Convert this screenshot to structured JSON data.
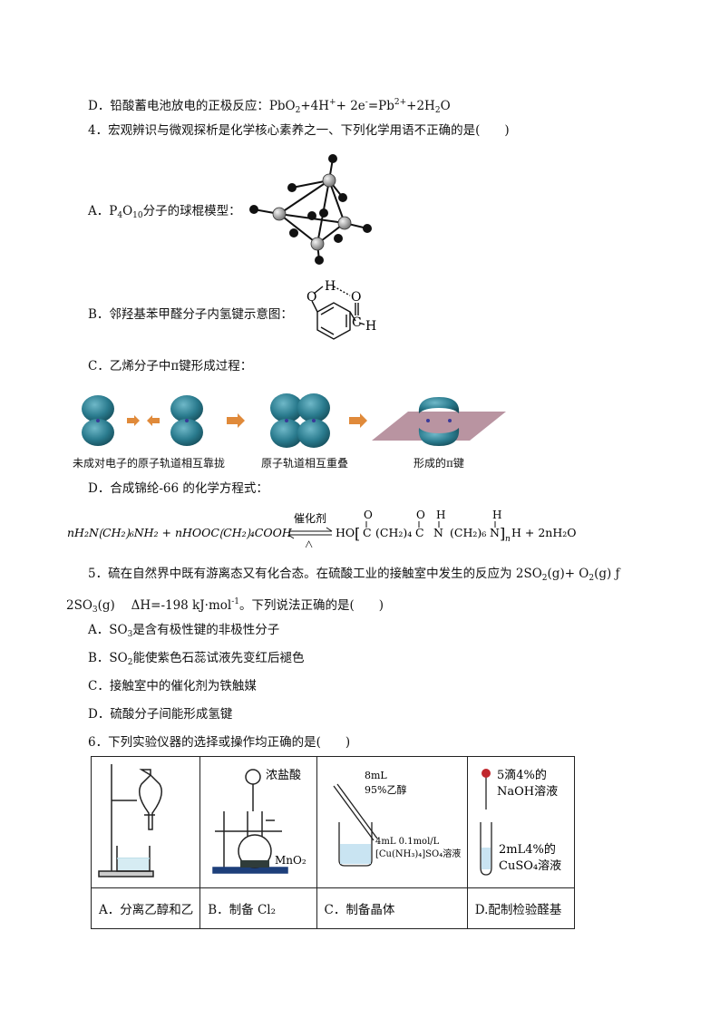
{
  "lines": {
    "d3_prefix": "D．铅酸蓄电池放电的正极反应：PbO",
    "d3_mid1": "+4H",
    "d3_mid2": "+ 2e",
    "d3_mid3": "=Pb",
    "d3_mid4": "+2H",
    "d3_end": "O",
    "sub2": "2",
    "sup_plus": "+",
    "sup_minus": "-",
    "sup_2plus": "2+",
    "q4": "4．宏观辨识与微观探析是化学核心素养之一、下列化学用语不正确的是(　　)",
    "q4a_prefix": "A．P",
    "q4a_sub4": "4",
    "q4a_o": "O",
    "q4a_sub10": "10",
    "q4a_suffix": "分子的球棍模型：",
    "q4b": "B．邻羟基苯甲醛分子内氢键示意图：",
    "q4c": "C．乙烯分子中π键形成过程：",
    "q4d": "D．合成锦纶-66 的化学方程式：",
    "q5_line1": "5．硫在自然界中既有游离态又有化合态。在硫酸工业的接触室中发生的反应为 2SO",
    "q5_line1b": "(g)+ O",
    "q5_line1c": "(g)  ƒ",
    "q5_line2a": "2SO",
    "q5_line2b": "(g)　 ΔH=-198 kJ·mol",
    "q5_line2c": "。下列说法正确的是(　　)",
    "sub3": "3",
    "sup_neg1": "-1",
    "q5a_a": "A．SO",
    "q5a_b": "是含有极性键的非极性分子",
    "q5b_a": "B．SO",
    "q5b_b": "能使紫色石蕊试液先变红后褪色",
    "q5c": "C．接触室中的催化剂为铁触媒",
    "q5d": "D．硫酸分子间能形成氢键",
    "q6": "6．下列实验仪器的选择或操作均正确的是(　　)"
  },
  "orbital_captions": {
    "left": "未成对电子的原子轨道相互靠拢",
    "middle": "原子轨道相互重叠",
    "right": "形成的π键"
  },
  "benzaldehyde": {
    "o1": "O",
    "h1": "H",
    "o2": "O",
    "c": "C",
    "h2": "H"
  },
  "equation": {
    "left": "nH₂N⟮CH₂⟯₆NH₂ + nHOOC⟮CH₂⟯₄COOH",
    "catalyst": "催化剂",
    "heat": "△",
    "product_ho": "HO",
    "o1": "O",
    "o2": "O",
    "c": "C",
    "ch2_4": "(CH₂)₄",
    "n_h": "H",
    "n": "N",
    "ch2_6": "(CH₂)₆",
    "nh_h": "H",
    "nh_n": "N",
    "tail": "H + 2nH₂O",
    "n_sub": "n"
  },
  "apparatus": {
    "cells": [
      {
        "label": "A．分离乙醇和乙"
      },
      {
        "label": "B．制备 Cl₂",
        "reagent_top": "浓盐酸",
        "reagent_bottom": "MnO₂"
      },
      {
        "label": "C．制备晶体",
        "reagent_top1": "8mL",
        "reagent_top2": "95%乙醇",
        "reagent_bottom1": "4mL 0.1mol/L",
        "reagent_bottom2": "[Cu(NH₃)₄]SO₄溶液"
      },
      {
        "label": "D.配制检验醛基",
        "reagent_top1": "5滴4%的",
        "reagent_top2": "NaOH溶液",
        "reagent_bottom1": "2mL4%的",
        "reagent_bottom2": "CuSO₄溶液"
      }
    ]
  },
  "colors": {
    "orbital": "#2a7b8e",
    "orbital_dark": "#1e5f6e",
    "arrow": "#e08a3a",
    "plane": "#a7798a",
    "atom_p": "#9a9a9a",
    "atom_o": "#1a1a1a"
  }
}
